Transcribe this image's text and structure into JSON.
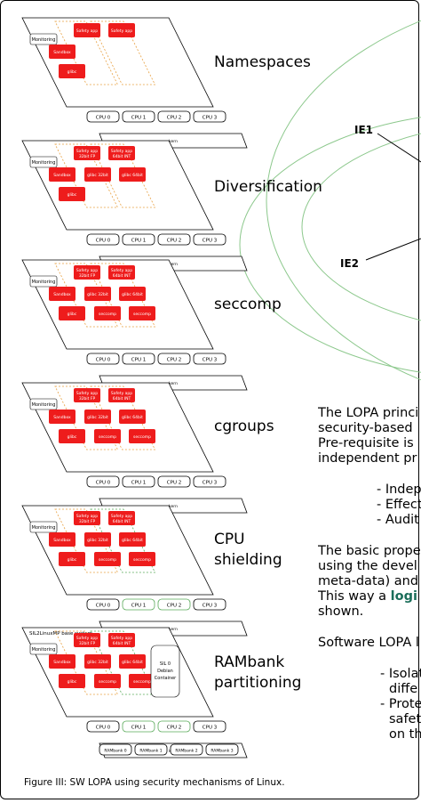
{
  "figure": {
    "caption": "Figure III: SW LOPA using security mechanisms of Linux.",
    "colors": {
      "box_red": "#ee1c1c",
      "dash_orange": "#e8a040",
      "dash_green": "#5aaa5a",
      "ring_green": "#8cc88c"
    }
  },
  "stages": [
    {
      "title_lines": [
        "Namespaces"
      ],
      "boxes": [
        [
          "Safety app",
          ""
        ],
        [
          "Safety app",
          ""
        ],
        [
          "Sandbox",
          ""
        ],
        [
          "glibc",
          ""
        ]
      ],
      "cpus": [
        "CPU 0",
        "CPU 1",
        "CPU 2",
        "CPU 3"
      ],
      "monitoring": "Monitoring",
      "kernel": "kern"
    },
    {
      "title_lines": [
        "Diversification"
      ],
      "boxes": [
        [
          "Safety app",
          "32bit FP"
        ],
        [
          "Safety app",
          "64bit INT"
        ],
        [
          "Sandbox",
          ""
        ],
        [
          "glibc 32bit",
          ""
        ],
        [
          "glibc 64bit",
          ""
        ],
        [
          "glibc",
          ""
        ]
      ],
      "cpus": [
        "CPU 0",
        "CPU 1",
        "CPU 2",
        "CPU 3"
      ],
      "monitoring": "Monitoring",
      "kernel": "kern"
    },
    {
      "title_lines": [
        "seccomp"
      ],
      "boxes": [
        [
          "Safety app",
          "32bit FP"
        ],
        [
          "Safety app",
          "64bit INT"
        ],
        [
          "Sandbox",
          ""
        ],
        [
          "glibc 32bit",
          ""
        ],
        [
          "glibc 64bit",
          ""
        ],
        [
          "glibc",
          ""
        ],
        [
          "seccomp",
          ""
        ],
        [
          "seccomp",
          ""
        ]
      ],
      "cpus": [
        "CPU 0",
        "CPU 1",
        "CPU 2",
        "CPU 3"
      ],
      "monitoring": "Monitoring",
      "kernel": "kern"
    },
    {
      "title_lines": [
        "cgroups"
      ],
      "boxes": [
        [
          "Safety app",
          "32bit FP"
        ],
        [
          "Safety app",
          "64bit INT"
        ],
        [
          "Sandbox",
          ""
        ],
        [
          "glibc 32bit",
          ""
        ],
        [
          "glibc 64bit",
          ""
        ],
        [
          "glibc",
          ""
        ],
        [
          "seccomp",
          ""
        ],
        [
          "seccomp",
          ""
        ]
      ],
      "cpus": [
        "CPU 0",
        "CPU 1",
        "CPU 2",
        "CPU 3"
      ],
      "monitoring": "Monitoring",
      "kernel": "kern"
    },
    {
      "title_lines": [
        "CPU",
        "shielding"
      ],
      "boxes": [
        [
          "Safety app",
          "32bit FP"
        ],
        [
          "Safety app",
          "64bit INT"
        ],
        [
          "Sandbox",
          ""
        ],
        [
          "glibc 32bit",
          ""
        ],
        [
          "glibc 64bit",
          ""
        ],
        [
          "glibc",
          ""
        ],
        [
          "seccomp",
          ""
        ],
        [
          "seccomp",
          ""
        ]
      ],
      "cpus": [
        "CPU 0",
        "CPU 1",
        "CPU 2",
        "CPU 3"
      ],
      "monitoring": "Monitoring",
      "kernel": "kern"
    },
    {
      "title_lines": [
        "RAMbank",
        "partitioning"
      ],
      "boxes": [
        [
          "Safety app",
          "32bit FP"
        ],
        [
          "Safety app",
          "64bit INT"
        ],
        [
          "Sandbox",
          ""
        ],
        [
          "glibc 32bit",
          ""
        ],
        [
          "glibc 64bit",
          ""
        ],
        [
          "glibc",
          ""
        ],
        [
          "seccomp",
          ""
        ],
        [
          "seccomp",
          ""
        ]
      ],
      "cpus": [
        "CPU 0",
        "CPU 1",
        "CPU 2",
        "CPU 3"
      ],
      "monitoring": "Monitoring",
      "kernel": "kern",
      "system_label": "SIL2LinuxMP base system",
      "container": [
        "SIL 0",
        "Debian",
        "Container"
      ],
      "rambanks": [
        "RAMbank 0",
        "RAMbank 1",
        "RAMbank 2",
        "RAMbank 3"
      ]
    }
  ],
  "ie_labels": [
    "IE1",
    "IE2"
  ],
  "prose": {
    "p1": [
      "The LOPA princi",
      "security-based ",
      "Pre-requisite is ",
      "independent pr"
    ],
    "bullets1": [
      "- Indep",
      "- Effect",
      "- Audit"
    ],
    "p2_lines": [
      "The basic prope",
      "using the devel",
      "meta-data) and"
    ],
    "p2_kw_prefix": "This way a ",
    "p2_kw": "logi",
    "p2_end": "shown.",
    "p3": "Software LOPA l",
    "bullets2": [
      "- Isolat",
      "diffe",
      "- Prote",
      "safet",
      "on th"
    ]
  }
}
